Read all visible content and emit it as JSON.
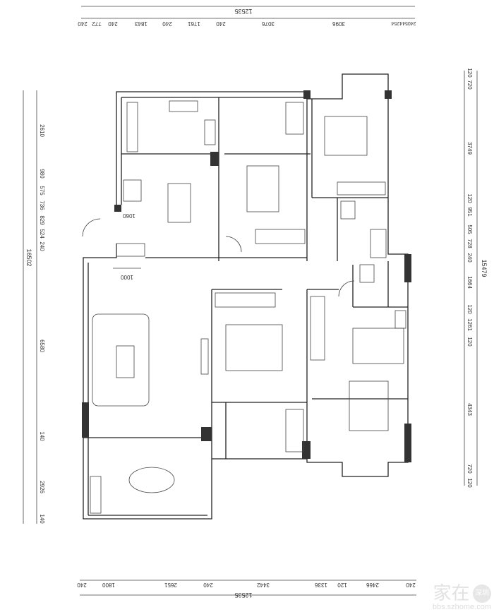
{
  "plan": {
    "top_total": "12535",
    "top_dims": [
      "240",
      "772",
      "240",
      "1843",
      "240",
      "1761",
      "240",
      "3076",
      "3096",
      "240544254"
    ],
    "bottom_total": "12535",
    "bottom_dims": [
      "240",
      "1800",
      "2651",
      "240",
      "3442",
      "1336",
      "120",
      "2466",
      "240"
    ],
    "right_total": "15479",
    "right_dims": [
      "120",
      "720",
      "3749",
      "120",
      "951",
      "505",
      "728",
      "240",
      "1664",
      "120",
      "1261",
      "120",
      "4343",
      "720",
      "120"
    ],
    "left_total": "16502",
    "left_dims": [
      "2610",
      "980",
      "575",
      "736",
      "829",
      "524",
      "240",
      "6580",
      "140",
      "2926",
      "140"
    ],
    "inner_labels": [
      "1000",
      "1060"
    ]
  },
  "watermark": {
    "main": "家在",
    "badge": "深圳",
    "url": "bbs.szhome.com"
  }
}
